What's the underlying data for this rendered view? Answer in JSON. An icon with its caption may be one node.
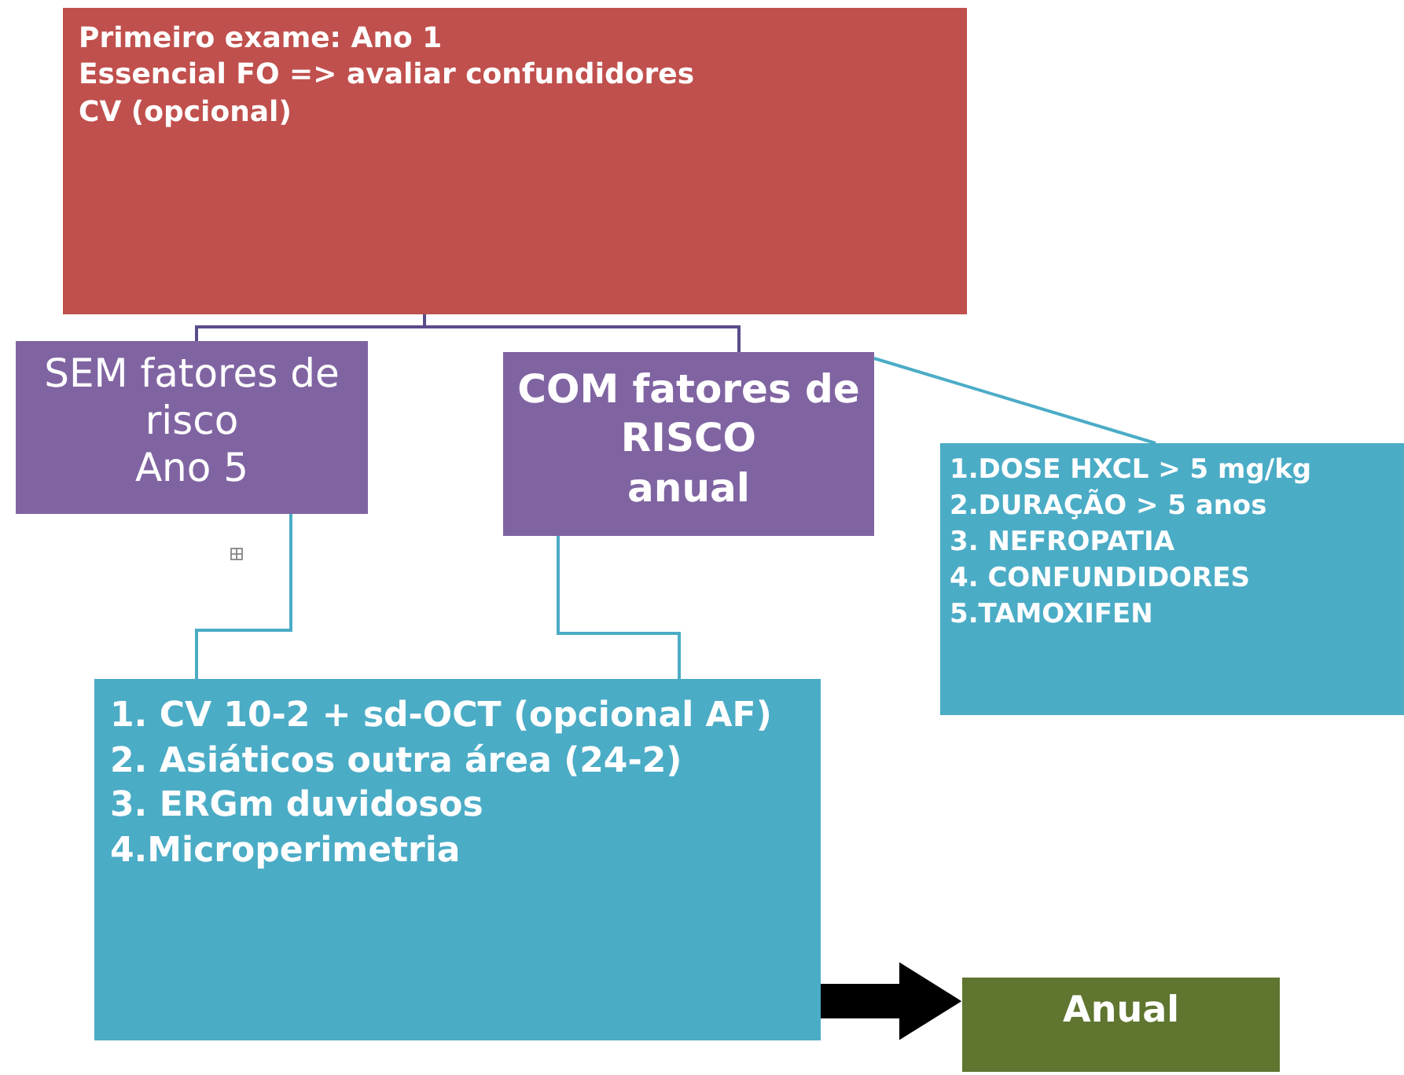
{
  "diagram": {
    "nodes": [
      {
        "text": [
          "Primeiro exame: Ano 1",
          "Essencial FO => avaliar confundidores",
          "CV (opcional)"
        ]
      },
      {
        "text": [
          "SEM fatores de risco",
          "Ano 5"
        ]
      },
      {
        "text": [
          "COM fatores de RISCO",
          "anual"
        ]
      },
      {
        "text": [
          "1.DOSE HXCL > 5 mg/kg",
          "2.DURAÇÃO > 5 anos",
          "3. NEFROPATIA",
          "4. CONFUNDIDORES",
          "5.TAMOXIFEN"
        ]
      },
      {
        "text": [
          "1. CV 10-2 + sd-OCT (opcional AF)",
          "2. Asiáticos outra área (24-2)",
          "3. ERGm duvidosos",
          "4.Microperimetria"
        ]
      },
      {
        "text": [
          "Anual"
        ]
      }
    ],
    "edges": [
      {
        "from": 0,
        "to": 1,
        "arrow": "none",
        "color": "#5b4b8a"
      },
      {
        "from": 0,
        "to": 2,
        "arrow": "none",
        "color": "#5b4b8a"
      },
      {
        "from": 2,
        "to": 3,
        "arrow": "none"
      },
      {
        "from": 1,
        "to": 4,
        "arrow": "none"
      },
      {
        "from": 2,
        "to": 4,
        "arrow": "none"
      },
      {
        "from": 4,
        "to": 5,
        "arrow": "to",
        "style": "thick",
        "color": "#000000"
      }
    ]
  }
}
